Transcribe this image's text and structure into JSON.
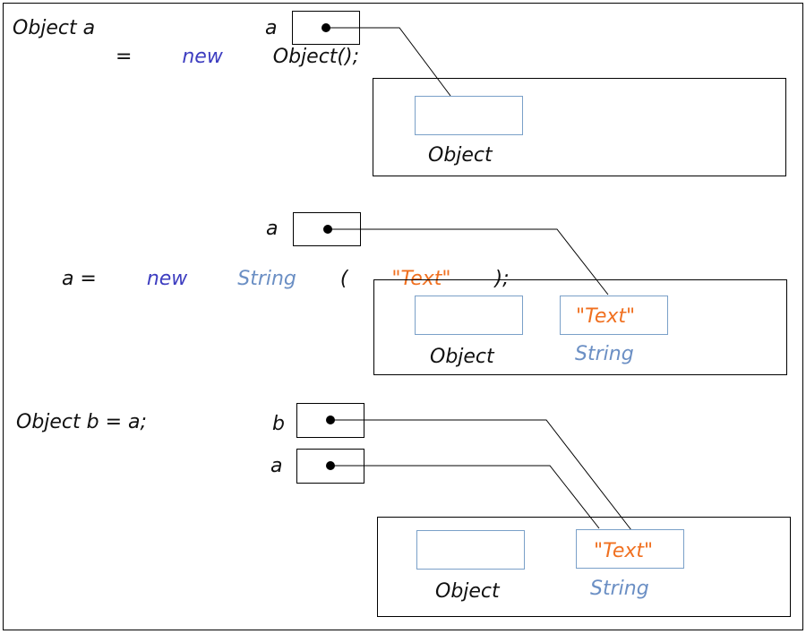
{
  "colors": {
    "keyword": "#3d3dc0",
    "string_literal": "#f07020",
    "type_name": "#6b8fc4",
    "text": "#111111",
    "object_box_border": "#7aa0c8",
    "frame_border": "#000000"
  },
  "step1": {
    "code_line1": "Object a",
    "code_line2_prefix": "= ",
    "code_line2_keyword": "new",
    "code_line2_rest": " Object();",
    "var_a_label": "a",
    "object_label": "Object"
  },
  "step2": {
    "code_var": "a = ",
    "code_keyword": "new",
    "code_type": " String",
    "code_paren_open": "(",
    "code_string": "\"Text\"",
    "code_paren_close": ");",
    "var_a_label": "a",
    "object_label": "Object",
    "string_value": "\"Text\"",
    "string_label": "String"
  },
  "step3": {
    "code": "Object b = a;",
    "var_b_label": "b",
    "var_a_label": "a",
    "object_label": "Object",
    "string_value": "\"Text\"",
    "string_label": "String"
  }
}
